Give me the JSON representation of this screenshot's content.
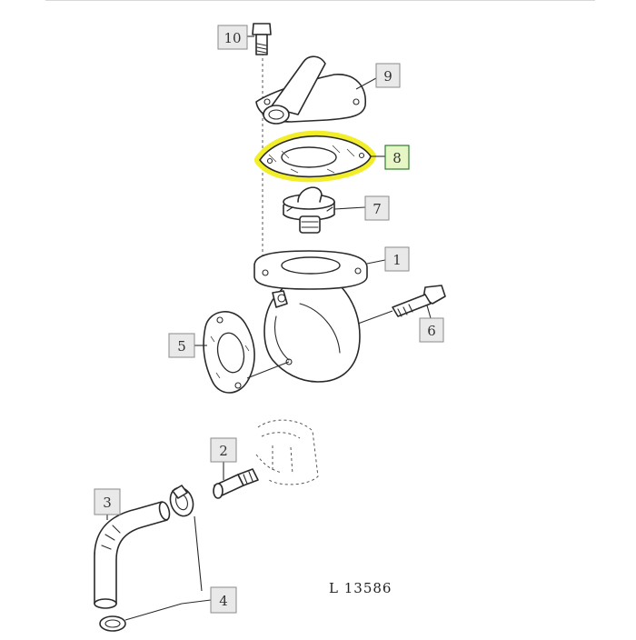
{
  "diagram": {
    "reference_code": "L  13586",
    "highlight_color": "#f2ef2a",
    "callouts": [
      {
        "id": "c10",
        "label": "10"
      },
      {
        "id": "c9",
        "label": "9"
      },
      {
        "id": "c8",
        "label": "8",
        "highlighted": true
      },
      {
        "id": "c7",
        "label": "7"
      },
      {
        "id": "c1",
        "label": "1"
      },
      {
        "id": "c6",
        "label": "6"
      },
      {
        "id": "c5",
        "label": "5"
      },
      {
        "id": "c2",
        "label": "2"
      },
      {
        "id": "c3",
        "label": "3"
      },
      {
        "id": "c4",
        "label": "4"
      }
    ]
  }
}
